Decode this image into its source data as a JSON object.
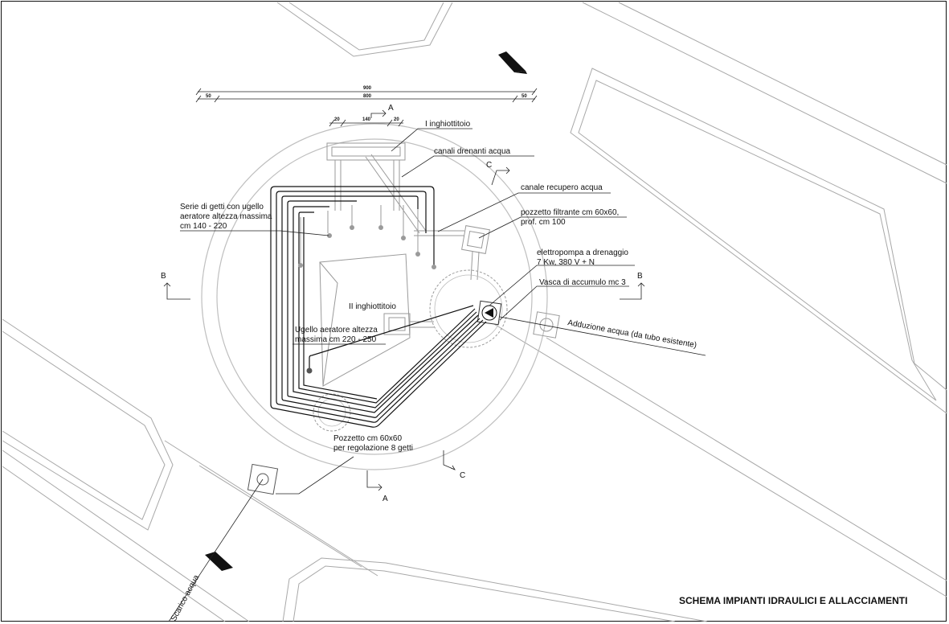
{
  "drawing": {
    "title": "SCHEMA IMPIANTI IDRAULICI E ALLACCIAMENTI"
  },
  "dimensions": {
    "total": "900",
    "inner": "800",
    "left": "50",
    "right": "50",
    "sub_left": "20",
    "sub_center": "140",
    "sub_right": "20"
  },
  "section_marks": {
    "a_top": "A",
    "a_bottom": "A",
    "b_left": "B",
    "b_right": "B",
    "c_top": "C",
    "c_bottom": "C"
  },
  "labels": {
    "inghiottitoio_1": "I inghiottitoio",
    "canali_drenanti": "canali drenanti acqua",
    "canale_recupero": "canale recupero acqua",
    "serie_getti_1": "Serie di getti con ugello",
    "serie_getti_2": "aeratore altezza massima",
    "serie_getti_3": "cm 140 - 220",
    "pozzetto_filtrante_1": "pozzetto  filtrante cm 60x60,",
    "pozzetto_filtrante_2": "prof. cm 100",
    "elettropompa_1": "elettropompa a drenaggio",
    "elettropompa_2": "7 Kw, 380 V + N",
    "vasca": "Vasca di accumulo mc 3",
    "inghiottitoio_2": "II inghiottitoio",
    "ugello_1": "Ugello aeratore altezza",
    "ugello_2": "massima  cm  220  - 250",
    "adduzione": "Adduzione acqua (da tubo esistente)",
    "pozzetto_regolazione_1": "Pozzetto cm 60x60",
    "pozzetto_regolazione_2": "per regolazione 8 getti",
    "scarico": "Scarico acqua"
  }
}
